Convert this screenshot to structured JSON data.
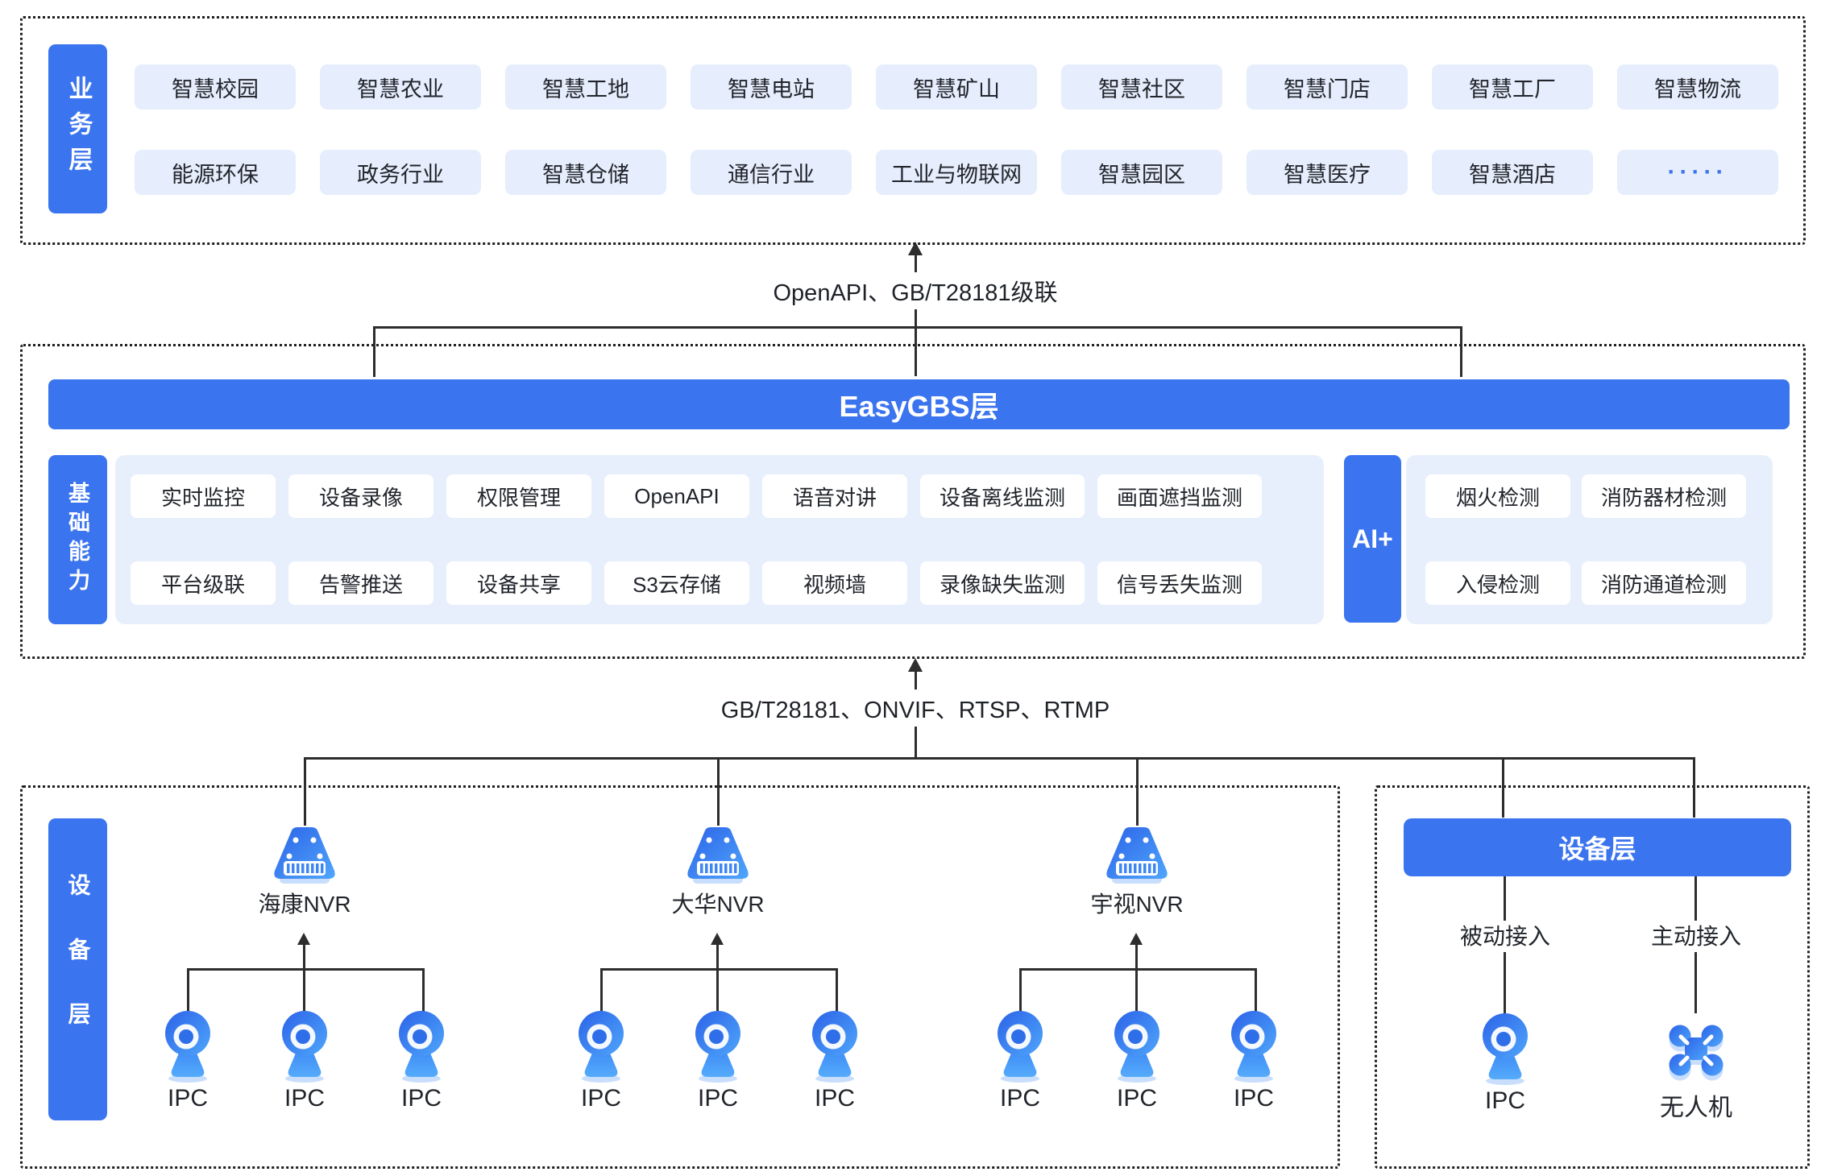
{
  "colors": {
    "primary": "#3B74EF",
    "chip_bg": "#E6EDFC",
    "panel_bg": "#E8EFFC",
    "line": "#2D2D2D",
    "text": "#21252B",
    "dots_accent": "#3B74EF"
  },
  "business": {
    "tag": "业务层",
    "row1": [
      "智慧校园",
      "智慧农业",
      "智慧工地",
      "智慧电站",
      "智慧矿山",
      "智慧社区",
      "智慧门店",
      "智慧工厂",
      "智慧物流"
    ],
    "row2": [
      "能源环保",
      "政务行业",
      "智慧仓储",
      "通信行业",
      "工业与物联网",
      "智慧园区",
      "智慧医疗",
      "智慧酒店",
      "·····"
    ]
  },
  "link_top": {
    "label": "OpenAPI、GB/T28181级联"
  },
  "platform": {
    "title": "EasyGBS层",
    "capability_tag": "基础能力",
    "cap_row1": [
      "实时监控",
      "设备录像",
      "权限管理",
      "OpenAPI",
      "语音对讲",
      "设备离线监测",
      "画面遮挡监测"
    ],
    "cap_row2": [
      "平台级联",
      "告警推送",
      "设备共享",
      "S3云存储",
      "视频墙",
      "录像缺失监测",
      "信号丢失监测"
    ],
    "ai_tag": "AI+",
    "ai_row1": [
      "烟火检测",
      "消防器材检测"
    ],
    "ai_row2": [
      "入侵检测",
      "消防通道检测"
    ]
  },
  "link_bottom": {
    "label": "GB/T28181、ONVIF、RTSP、RTMP"
  },
  "devices": {
    "tag": "设备层",
    "groups": [
      {
        "nvr": "海康NVR",
        "ipcs": [
          "IPC",
          "IPC",
          "IPC"
        ]
      },
      {
        "nvr": "大华NVR",
        "ipcs": [
          "IPC",
          "IPC",
          "IPC"
        ]
      },
      {
        "nvr": "宇视NVR",
        "ipcs": [
          "IPC",
          "IPC",
          "IPC"
        ]
      }
    ],
    "right": {
      "title": "设备层",
      "columns": [
        {
          "access": "被动接入",
          "device": "IPC"
        },
        {
          "access": "主动接入",
          "device": "无人机"
        }
      ]
    }
  }
}
